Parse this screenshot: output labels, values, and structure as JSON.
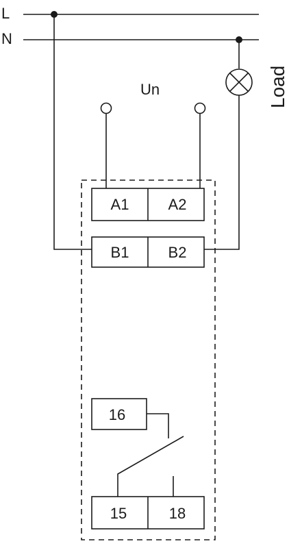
{
  "lines": {
    "L": "L",
    "N": "N"
  },
  "supply_label": "Un",
  "load_label": "Load",
  "terminals": {
    "a1": "A1",
    "a2": "A2",
    "b1": "B1",
    "b2": "B2",
    "t16": "16",
    "t15": "15",
    "t18": "18"
  }
}
